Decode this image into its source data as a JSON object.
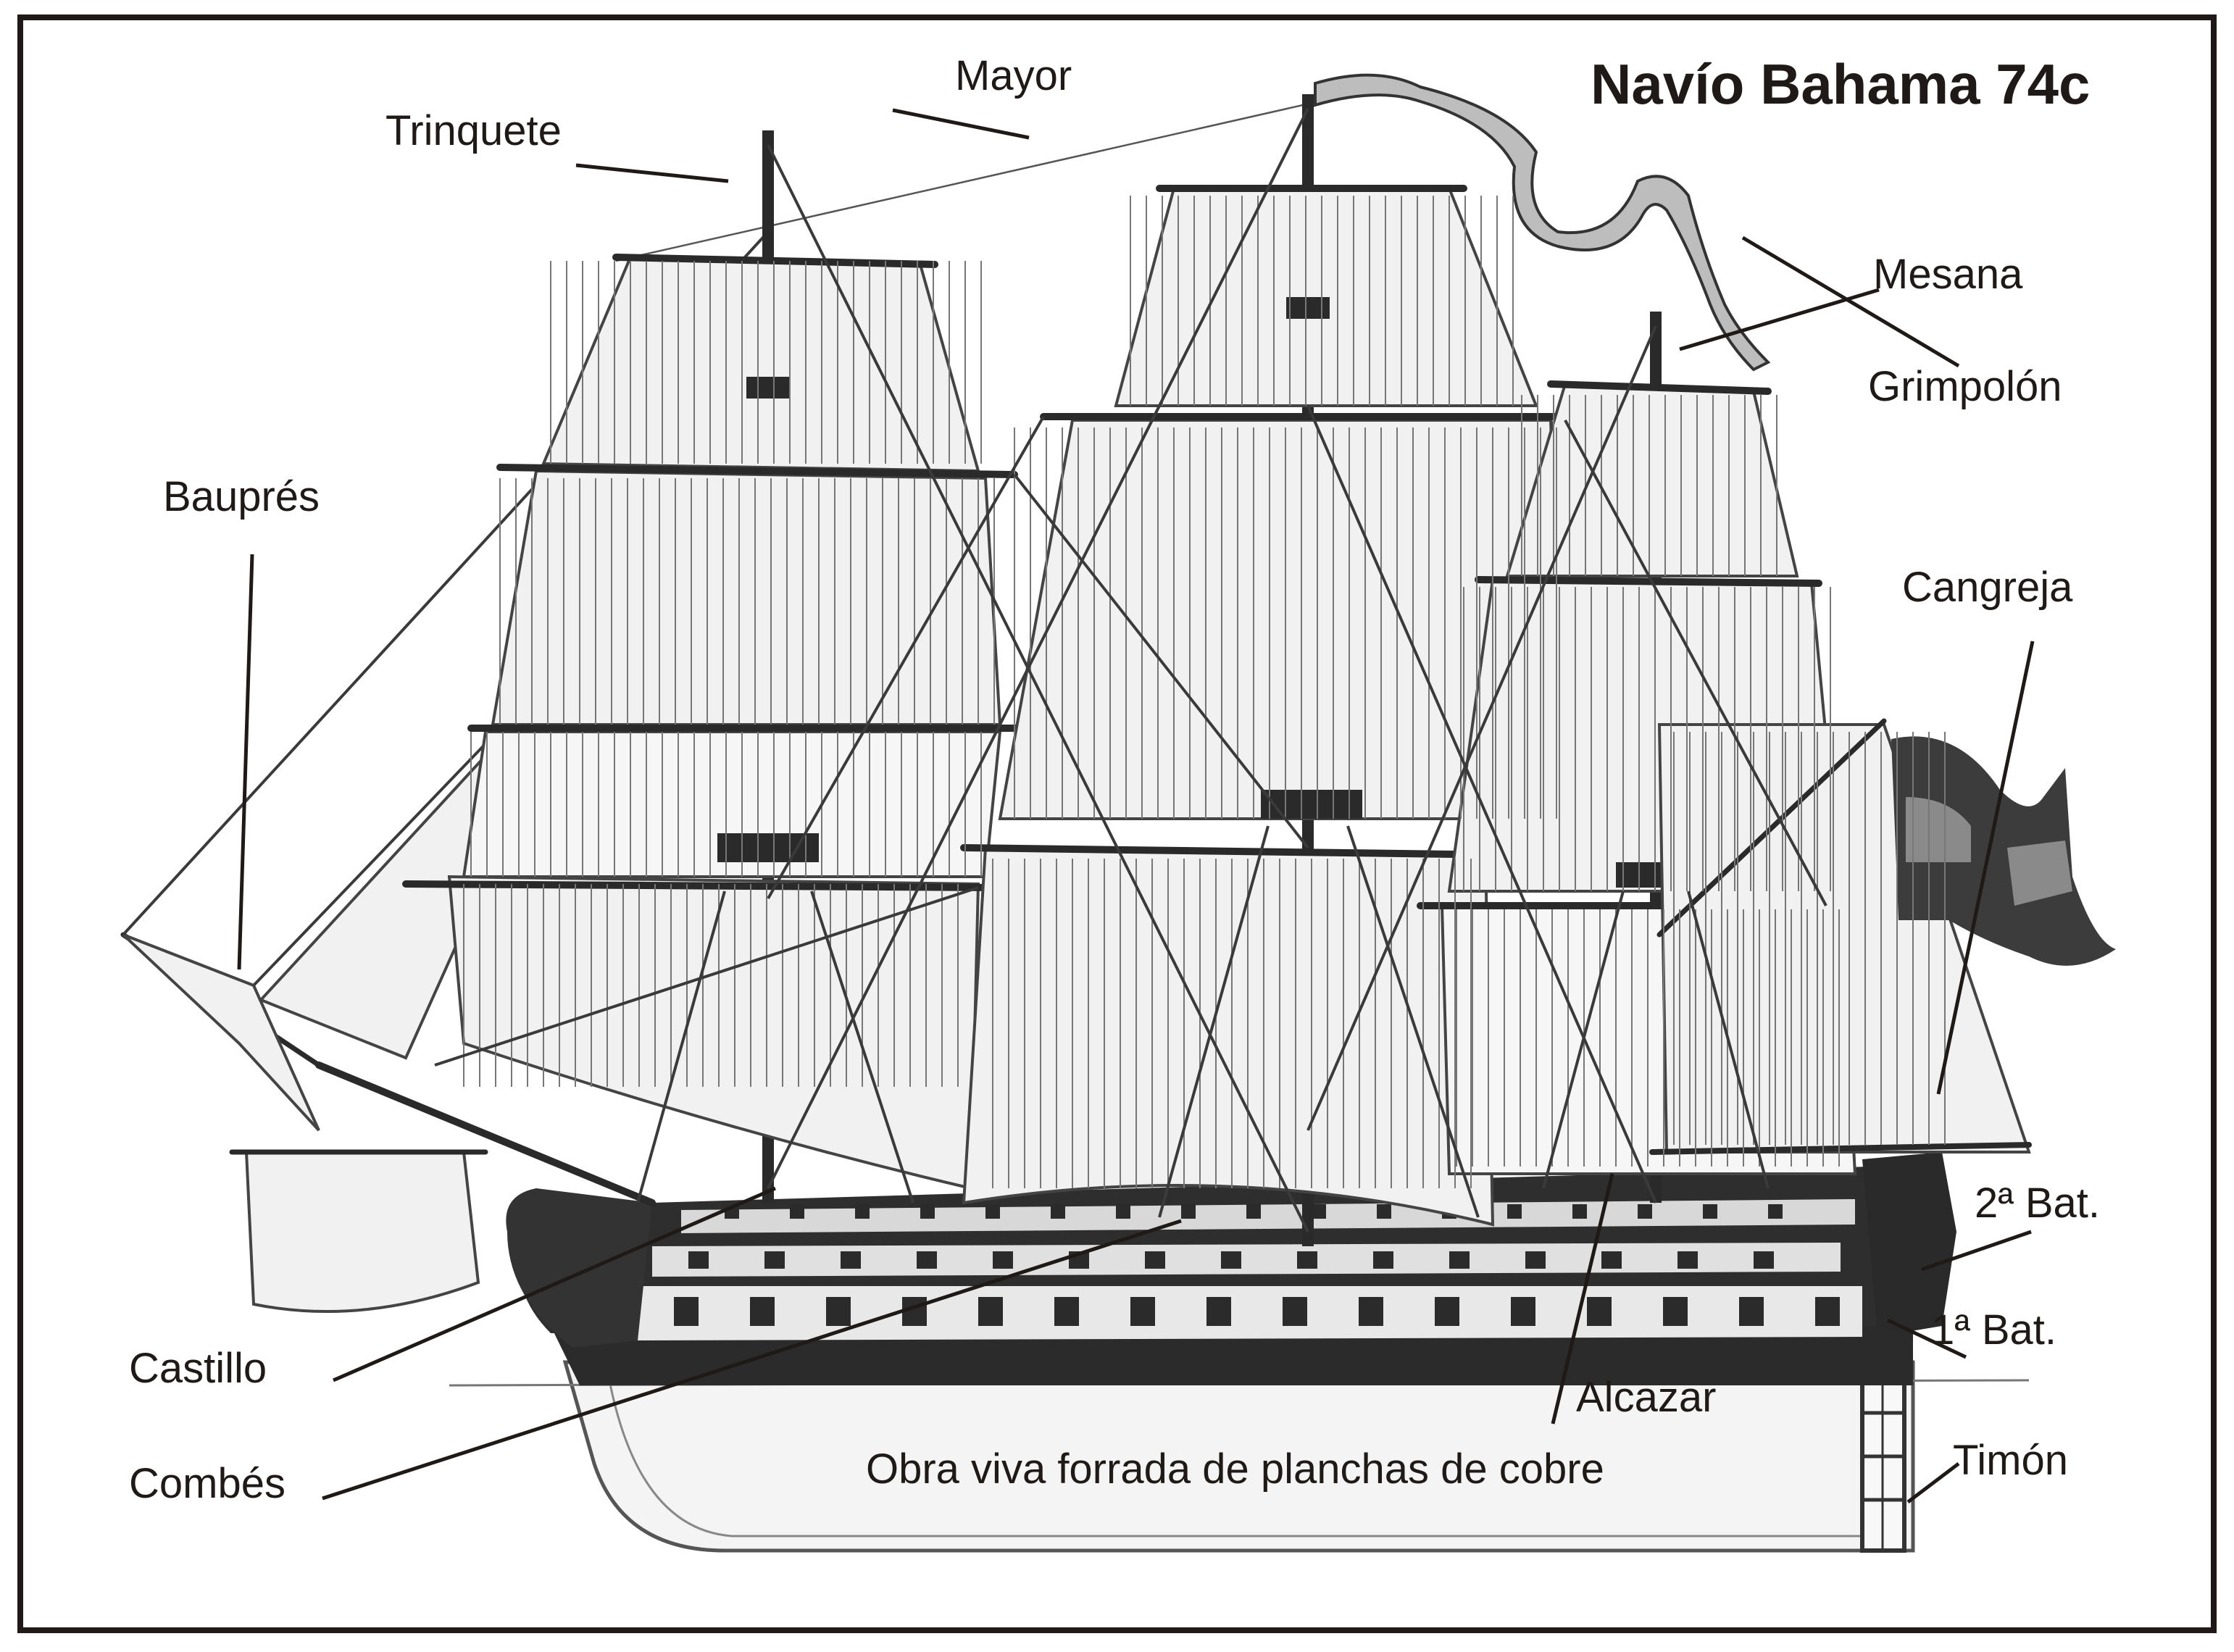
{
  "title": "Navío Bahama 74c",
  "labels": {
    "mayor": "Mayor",
    "trinquete": "Trinquete",
    "mesana": "Mesana",
    "grimpolon": "Grimpolón",
    "baupres": "Bauprés",
    "cangreja": "Cangreja",
    "segunda_bateria": "2ª Bat.",
    "primera_bateria": "1ª Bat.",
    "castillo": "Castillo",
    "alcazar": "Alcazar",
    "combes": "Combés",
    "timon": "Timón",
    "obra_viva": "Obra viva forrada de planchas de cobre"
  },
  "colors": {
    "ink": "#1f1a17",
    "hull_dark": "#2b2b2b",
    "hull_band": "#e8e8e8",
    "copper_bottom": "#f4f4f4",
    "flag_dark": "#3c3c3c",
    "flag_light": "#8a8a8a"
  }
}
